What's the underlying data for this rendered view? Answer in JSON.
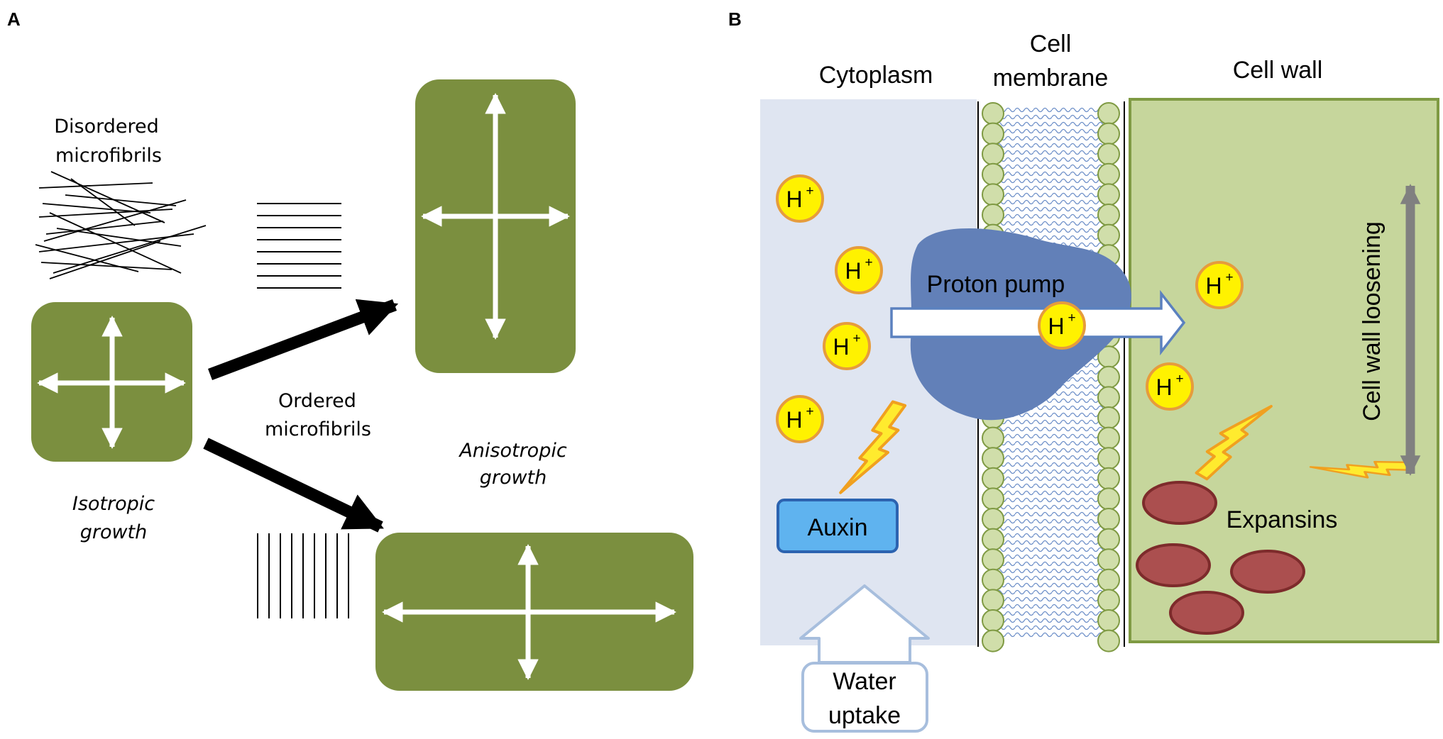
{
  "panel_a": {
    "letter": "A",
    "disordered_label": [
      "Disordered",
      "microfibrils"
    ],
    "ordered_label": [
      "Ordered",
      "microfibrils"
    ],
    "isotropic_label": [
      "Isotropic",
      "growth"
    ],
    "anisotropic_label": [
      "Anisotropic",
      "growth"
    ]
  },
  "panel_b": {
    "letter": "B",
    "cytoplasm_label": "Cytoplasm",
    "membrane_label": [
      "Cell",
      "membrane"
    ],
    "cell_wall_label": "Cell wall",
    "proton_pump_label": "Proton pump",
    "proton_label": "H",
    "proton_charge": "+",
    "auxin_label": "Auxin",
    "water_label": [
      "Water",
      "uptake"
    ],
    "expansins_label": "Expansins",
    "loosening_label": "Cell wall loosening"
  },
  "colors": {
    "cell_green": "#7b8f3f",
    "cytoplasm_bg": "#dfe5f1",
    "membrane_bead": "#d0deaa",
    "cell_wall_fill": "#c6d69c",
    "cell_wall_border": "#7f9a43",
    "pump_blue": "#6280b8",
    "proton_yellow": "#fff200",
    "proton_ring": "#e69c3c",
    "auxin_blue": "#5fb3ef",
    "expansin_red": "#ab4f4f",
    "loosening_gray": "#808080",
    "water_arrow": "#a7bedd"
  }
}
